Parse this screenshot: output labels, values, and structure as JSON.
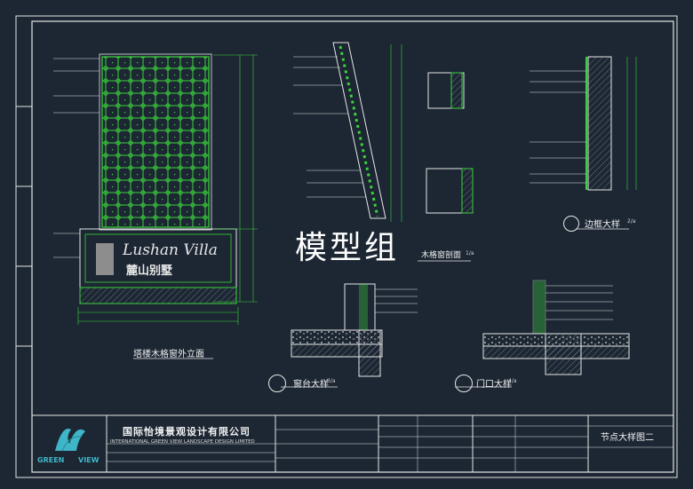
{
  "company": {
    "name_cn": "国际怡境景观设计有限公司",
    "name_en": "INTERNATIONAL GREEN VIEW LANDSCAPE DESIGN LIMITED",
    "logo_text_left": "GREEN",
    "logo_text_right": "VIEW"
  },
  "drawing": {
    "sheet_title": "节点大样图二",
    "watermark": "模型组",
    "sign_text": "Lushan Villa",
    "sign_text_cn": "麓山别墅"
  },
  "labels": {
    "elevation": "塔楼木格窗外立面",
    "section": "木格窗剖面",
    "edge_detail": "边框大样",
    "sill_detail": "窗台大样",
    "door_detail": "门口大样"
  },
  "marks": {
    "section": "1/a",
    "edge": "2/a",
    "sill": "3/a",
    "door": "4/a"
  }
}
